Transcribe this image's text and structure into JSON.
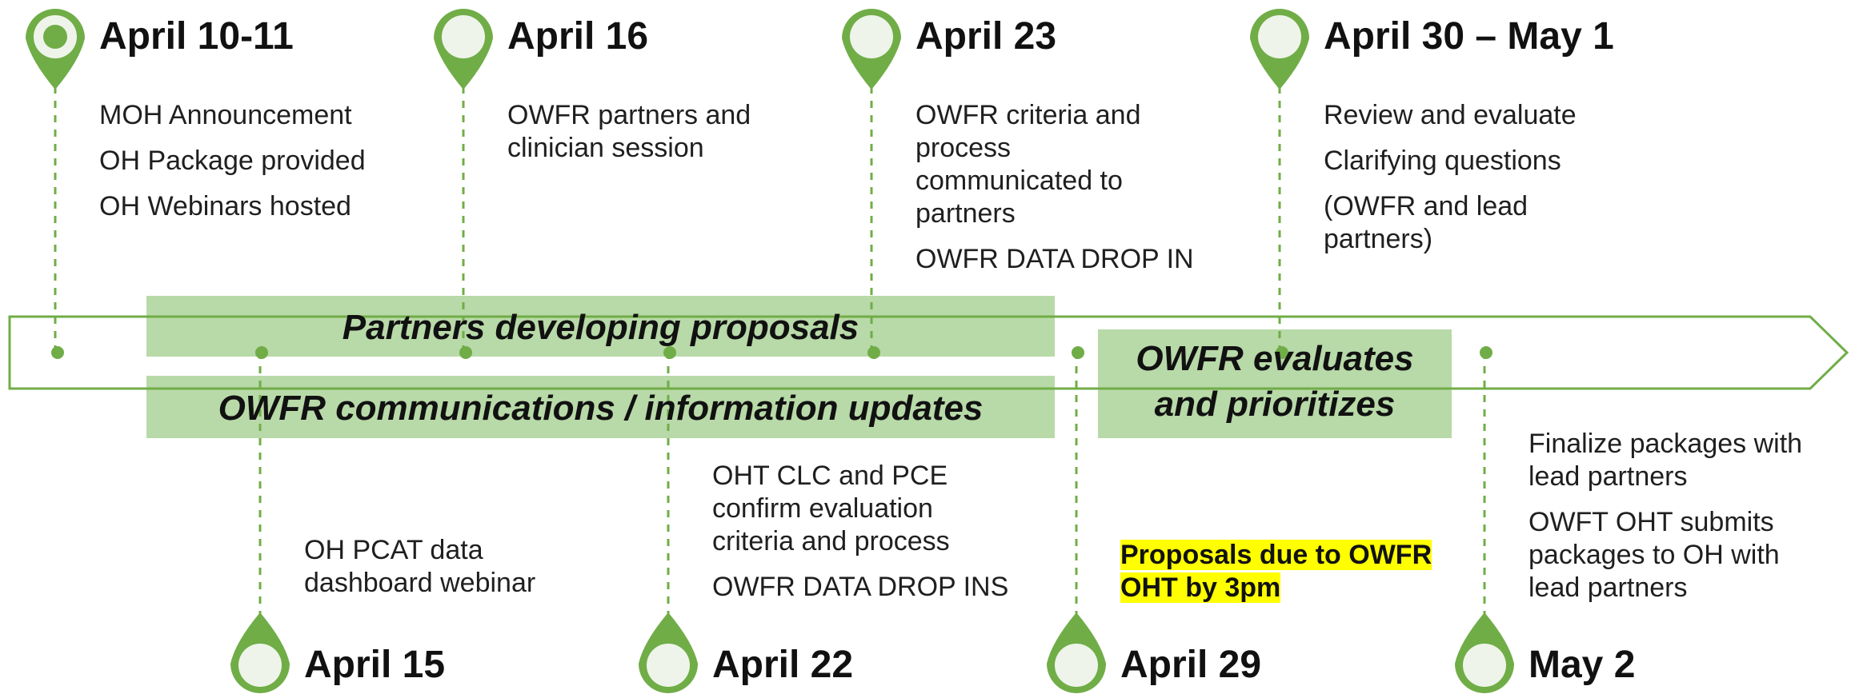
{
  "colors": {
    "pin": "#70ad47",
    "pin_fill": "#eef4ea",
    "band": "#b8d9a8",
    "arrow_stroke": "#70ad47",
    "highlight": "#ffff00"
  },
  "bands": {
    "partners": "Partners developing proposals",
    "communications": "OWFR communications / information updates",
    "evaluates": "OWFR evaluates and prioritizes"
  },
  "milestones_top": [
    {
      "date": "April 10-11",
      "lines": [
        "MOH Announcement",
        "OH Package provided",
        "OH Webinars hosted"
      ]
    },
    {
      "date": "April 16",
      "lines": [
        "OWFR partners and clinician session"
      ]
    },
    {
      "date": "April 23",
      "lines": [
        "OWFR criteria and process communicated to partners",
        "OWFR DATA DROP IN"
      ]
    },
    {
      "date": "April 30 – May 1",
      "lines": [
        "Review and evaluate",
        "Clarifying questions",
        "(OWFR and lead partners)"
      ]
    }
  ],
  "milestones_bottom": [
    {
      "date": "April 15",
      "lines": [
        "OH PCAT data dashboard webinar"
      ]
    },
    {
      "date": "April 22",
      "lines": [
        "OHT CLC and PCE confirm evaluation criteria and process",
        "OWFR DATA DROP INS"
      ]
    },
    {
      "date": "April 29",
      "highlight": "Proposals due to OWFR OHT by 3pm"
    },
    {
      "date": "May 2",
      "lines": [
        "Finalize packages with lead partners",
        "OWFT OHT submits packages to OH with lead partners"
      ]
    }
  ]
}
